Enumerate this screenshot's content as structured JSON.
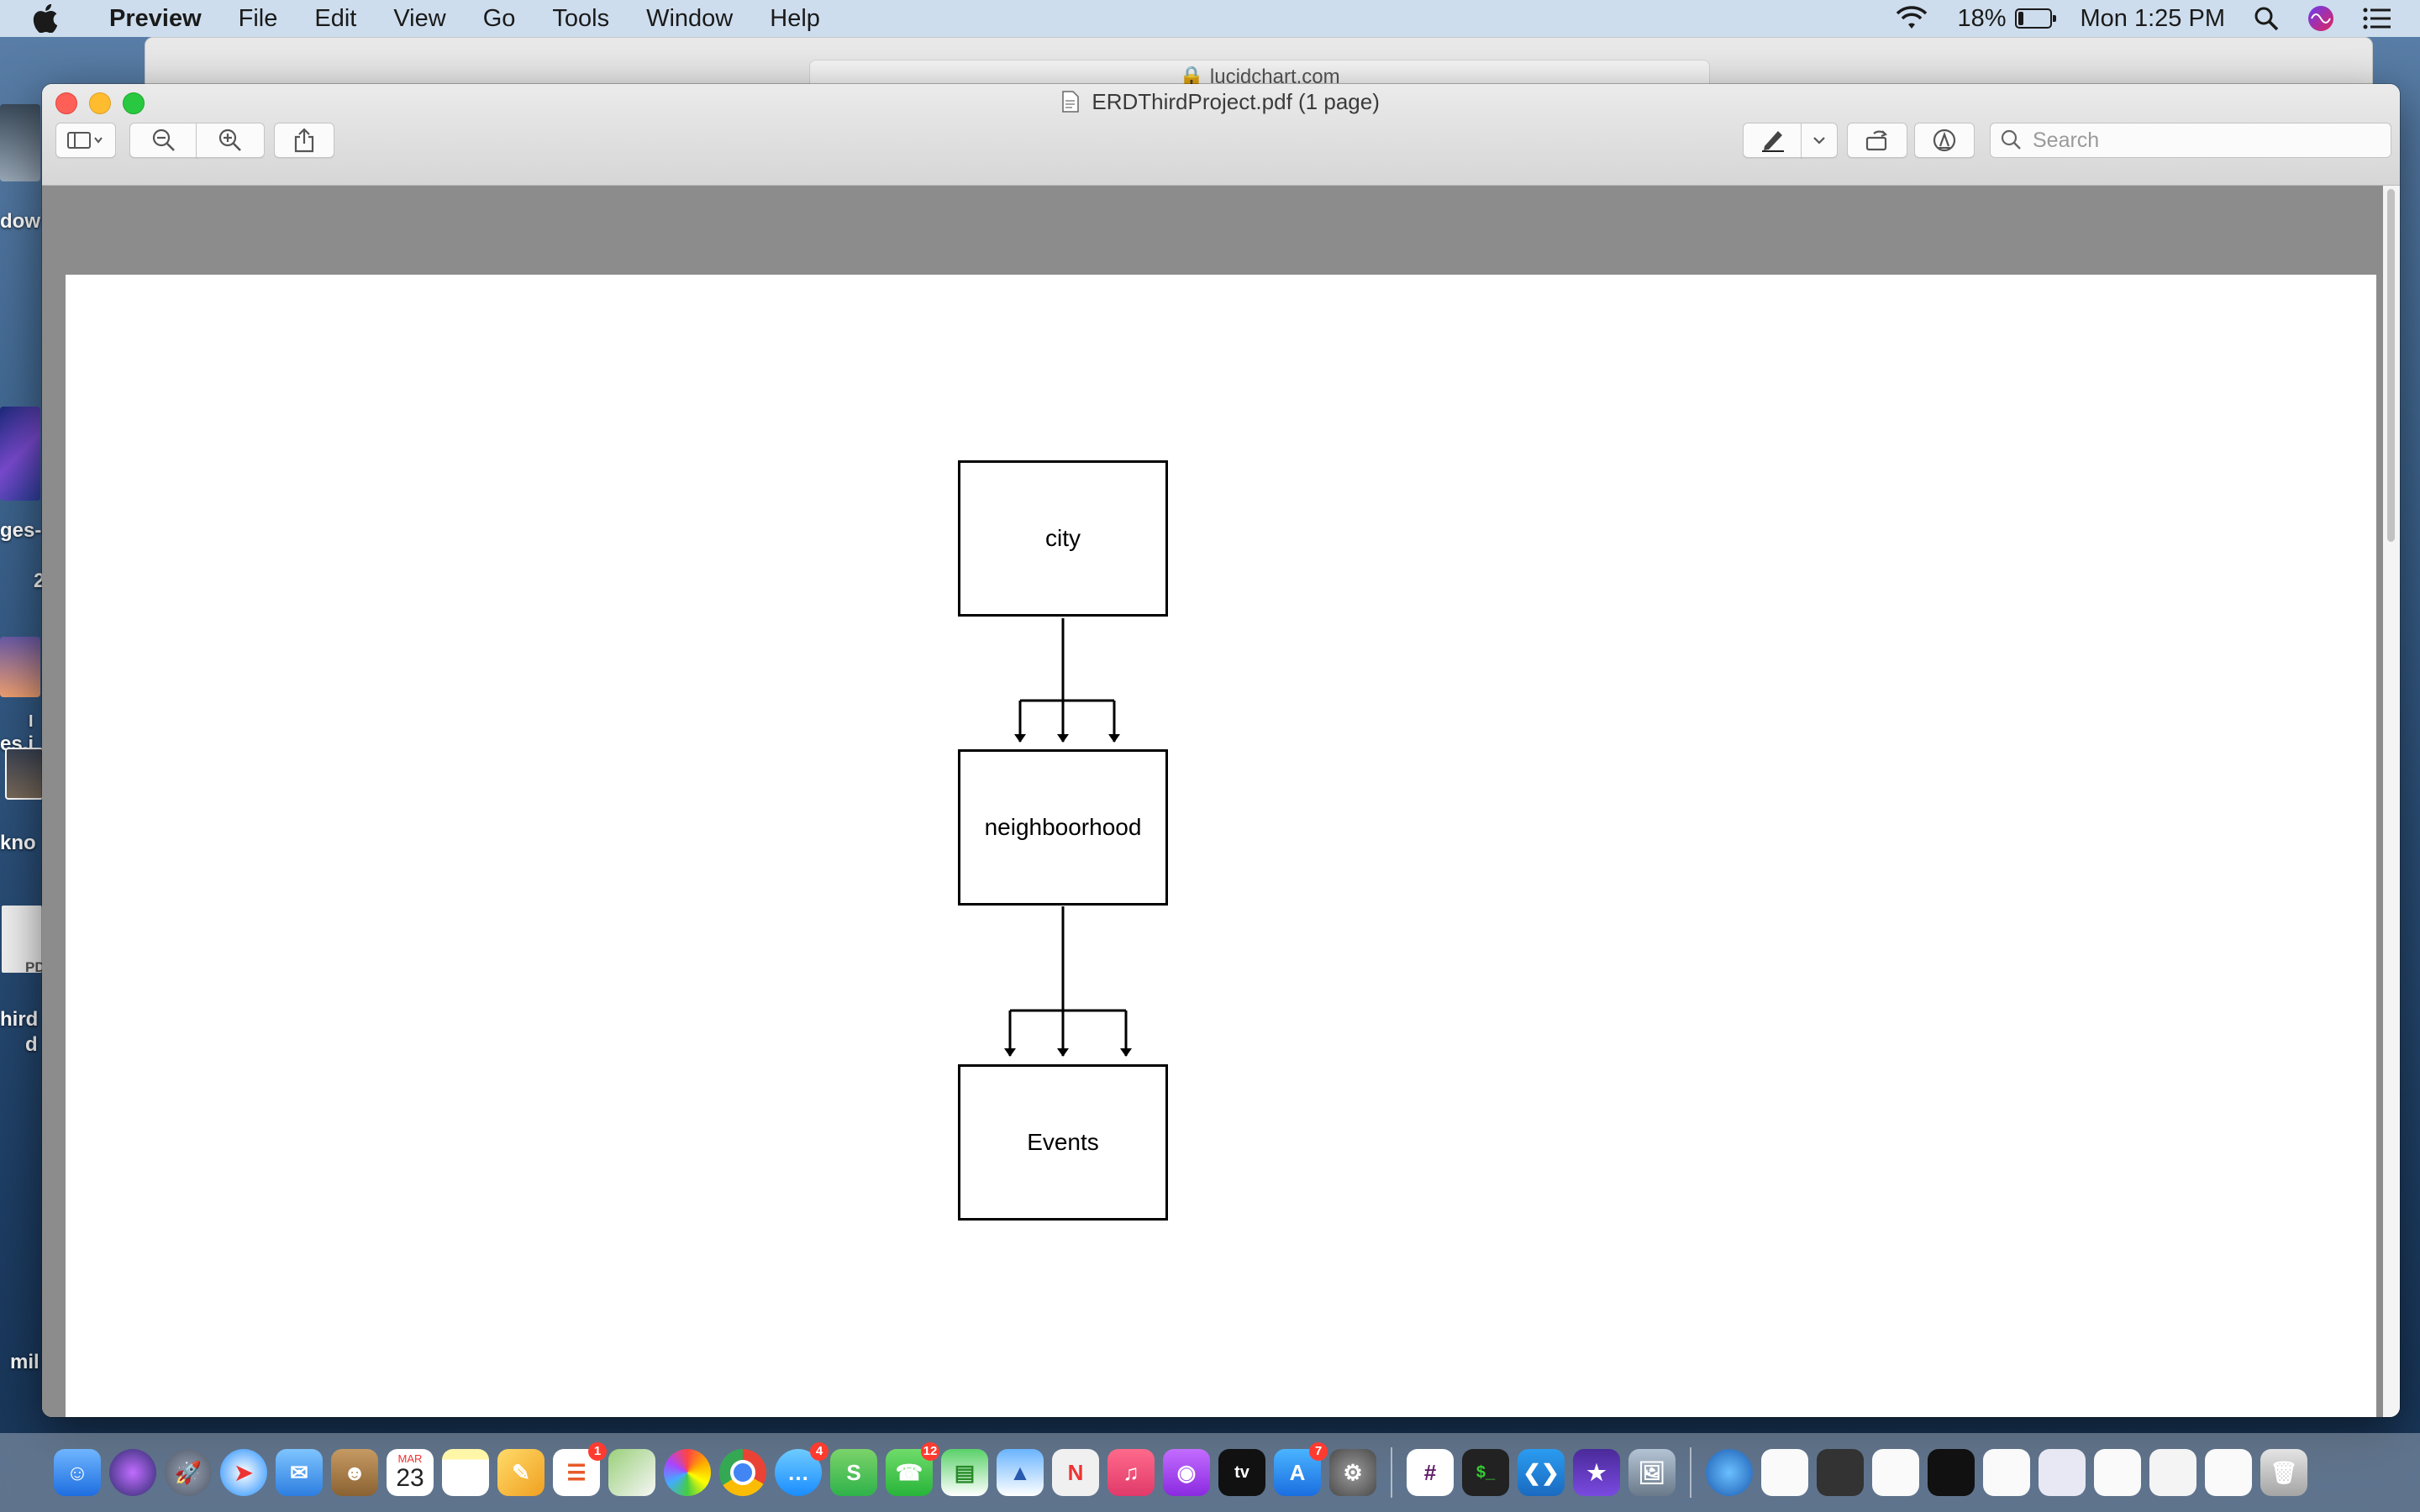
{
  "menubar": {
    "app_name": "Preview",
    "items": [
      "File",
      "Edit",
      "View",
      "Go",
      "Tools",
      "Window",
      "Help"
    ],
    "battery_percent": "18%",
    "battery_level": 0.18,
    "clock": "Mon 1:25 PM"
  },
  "desktop": {
    "labels": [
      "dow",
      "ges-",
      "2",
      "es.j",
      "I",
      "kno",
      "PD",
      "hird",
      "d",
      "mil"
    ]
  },
  "safari": {
    "url": "lucidchart.com"
  },
  "window": {
    "title": "ERDThirdProject.pdf (1 page)",
    "search_placeholder": "Search"
  },
  "diagram": {
    "entities": [
      {
        "name": "city"
      },
      {
        "name": "neighboorhood"
      },
      {
        "name": "Events"
      }
    ]
  },
  "dock": {
    "calendar_month": "MAR",
    "calendar_day": "23",
    "badges": {
      "reminders": "1",
      "messages": "4",
      "facetime": "12",
      "appstore": "7"
    }
  },
  "colors": {
    "menubar_bg": "#d6e4f2",
    "close": "#fe5f57",
    "minimize": "#febc2e",
    "zoom": "#28c840",
    "diagram_stroke": "#000000"
  }
}
